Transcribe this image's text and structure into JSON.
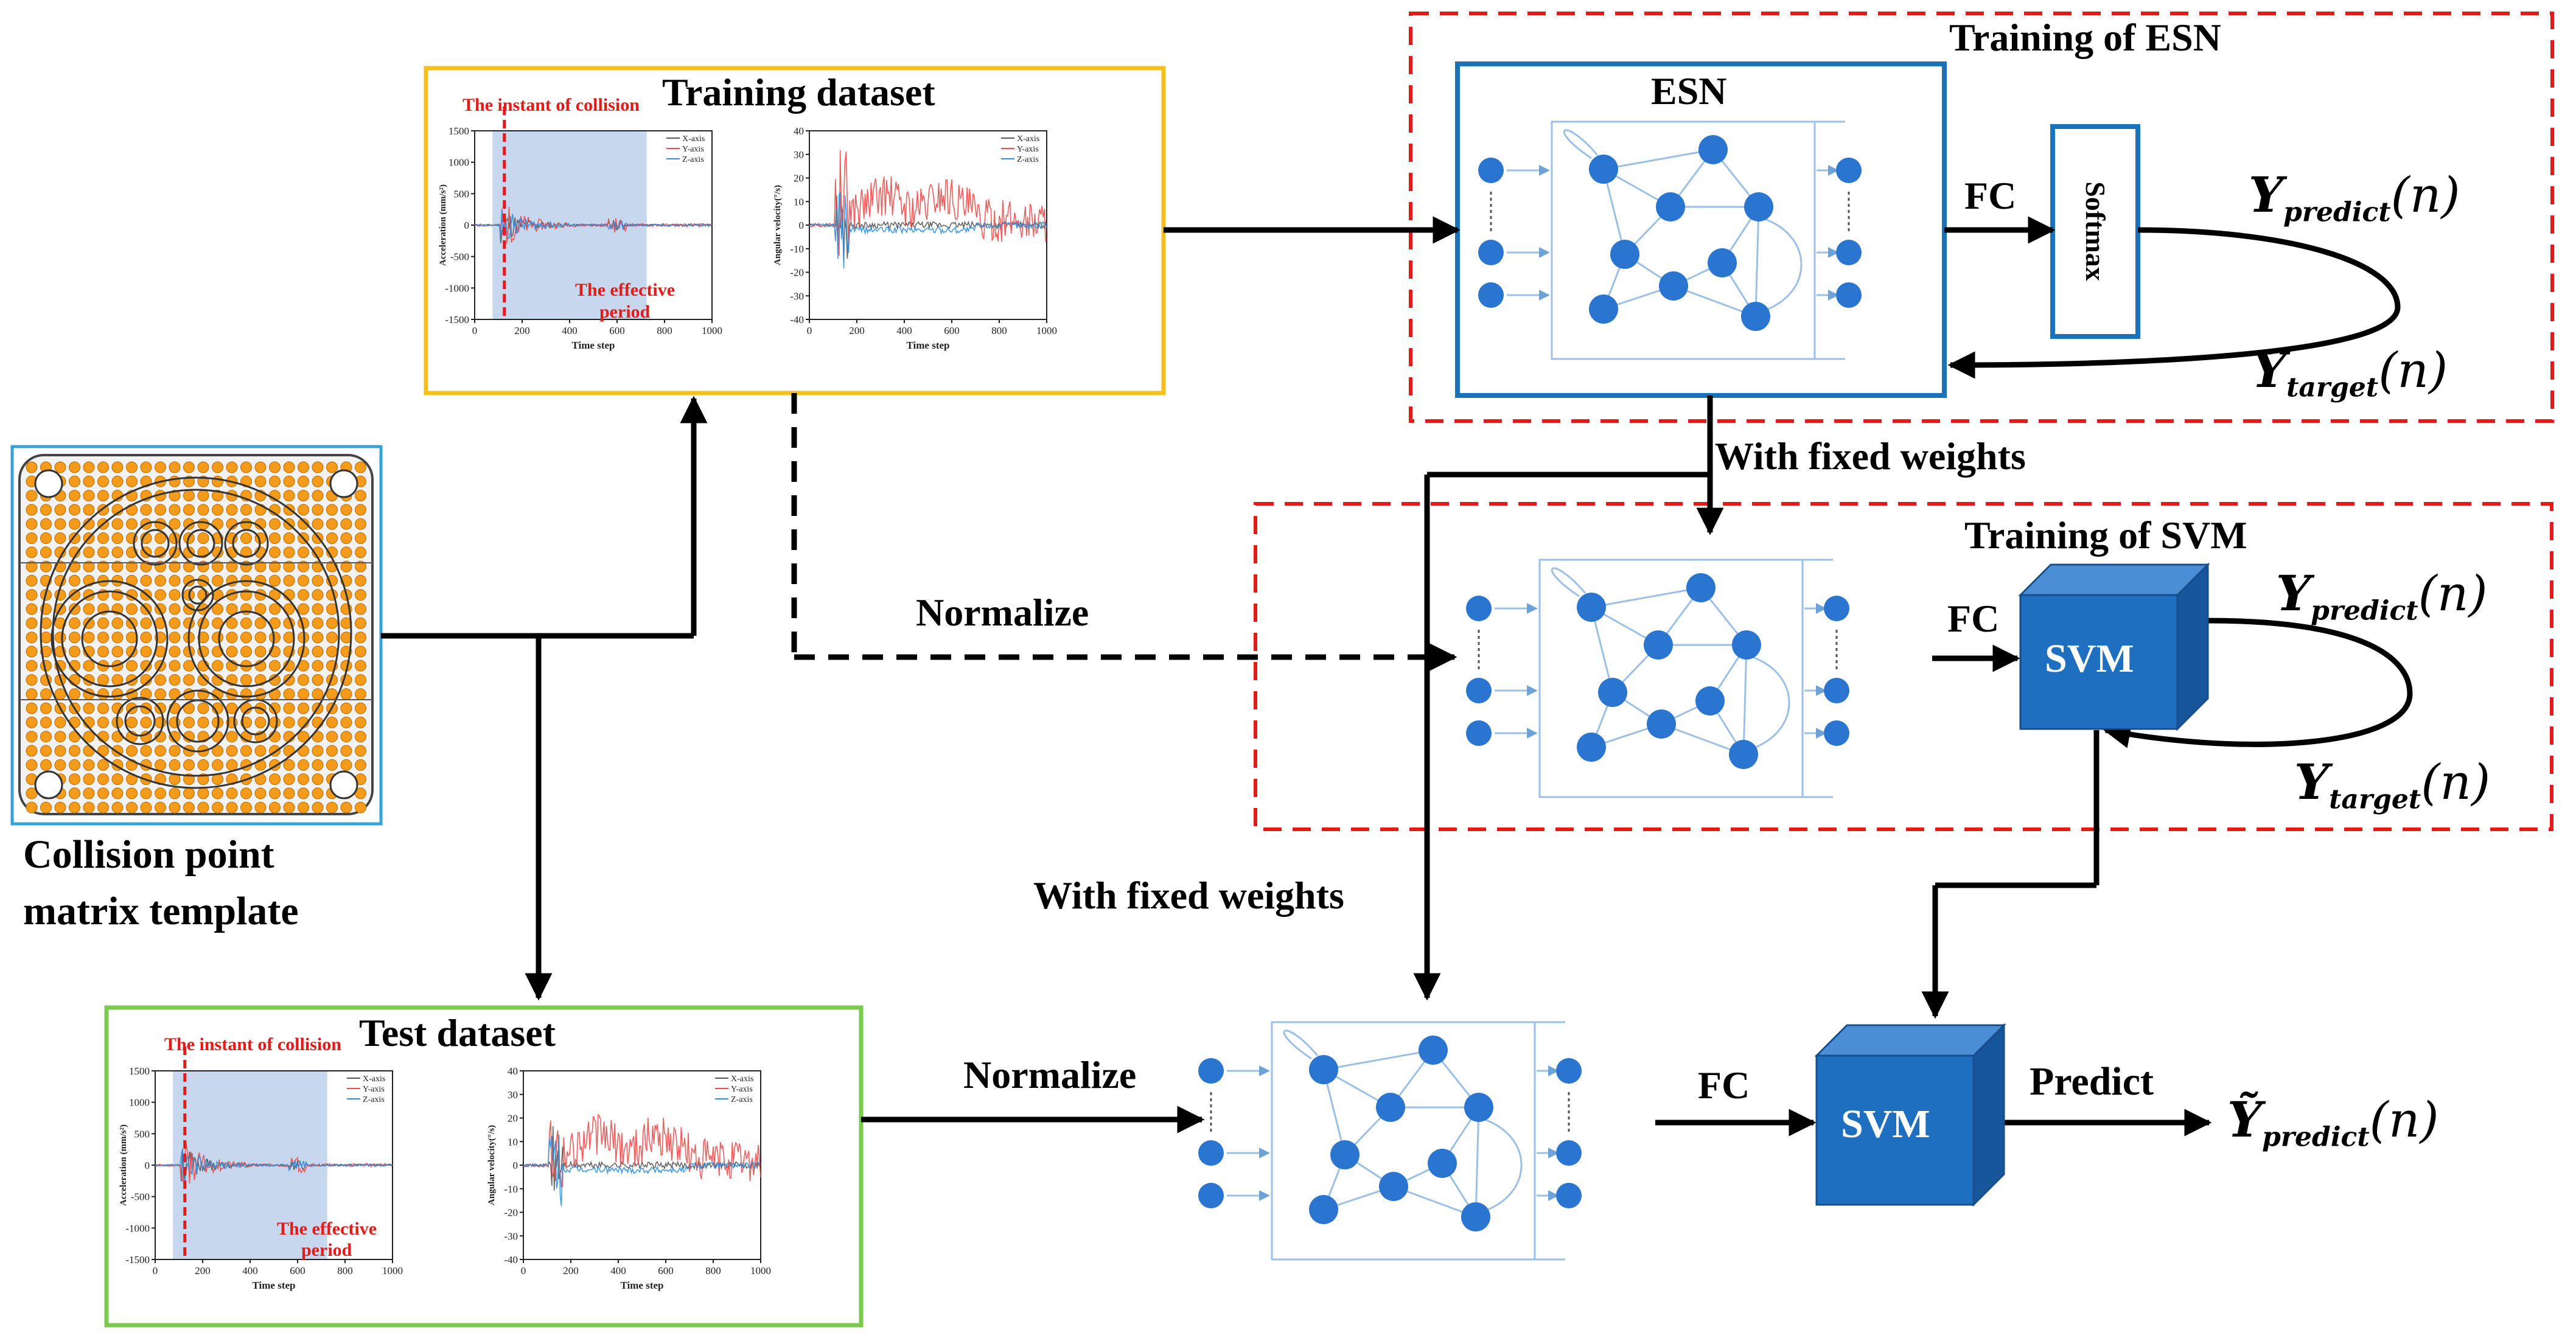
{
  "labels": {
    "training_dataset": "Training dataset",
    "test_dataset": "Test dataset",
    "instant_of_collision": "The instant of collision",
    "effective_period_1": "The effective",
    "effective_period_2": "period",
    "template_line1": "Collision point",
    "template_line2": "matrix template",
    "training_of_esn": "Training of ESN",
    "training_of_svm": "Training of SVM",
    "esn": "ESN",
    "softmax": "Softmax",
    "fc": "FC",
    "svm": "SVM",
    "normalize": "Normalize",
    "with_fixed_weights": "With fixed weights",
    "predict": "Predict",
    "y_main": "Y",
    "y_tilde": "Ỹ",
    "sub_predict": "predict",
    "sub_target": "target",
    "arg_n": "(n)"
  },
  "colors": {
    "training_frame": "#f4c01d",
    "test_frame": "#7bc950",
    "template_frame": "#3aa0d8",
    "esn_frame": "#1a72b8",
    "dashed_red": "#e11a1a",
    "node": "#2a75cf",
    "svm_front": "#1f6fc1",
    "svm_top": "#4a8fd6",
    "svm_side": "#17569a",
    "effective_fill": "#c7d8ee",
    "collision_line": "#e11a1a",
    "series_x": "#555555",
    "series_y": "#f04a4a",
    "series_z": "#2f8fe0",
    "template_dot": "#f59b1b"
  },
  "chart_panels": {
    "acceleration": {
      "ylabel": "Acceleration (mm/s²)",
      "xlabel": "Time step",
      "yticks": [
        "1500",
        "1000",
        "500",
        "0",
        "-500",
        "-1000",
        "-1500"
      ],
      "xticks": [
        "0",
        "200",
        "400",
        "600",
        "800",
        "1000"
      ],
      "legend": [
        "X-axis",
        "Y-axis",
        "Z-axis"
      ],
      "xlim": [
        0,
        1000
      ],
      "ylim": [
        -1500,
        1500
      ]
    },
    "angular": {
      "ylabel": "Angular velocity(°/s)",
      "xlabel": "Time step",
      "yticks": [
        "40",
        "30",
        "20",
        "10",
        "0",
        "-10",
        "-20",
        "-30",
        "-40"
      ],
      "xticks": [
        "0",
        "200",
        "400",
        "600",
        "800",
        "1000"
      ],
      "legend": [
        "X-axis",
        "Y-axis",
        "Z-axis"
      ],
      "xlim": [
        0,
        1000
      ],
      "ylim": [
        -40,
        40
      ]
    }
  }
}
